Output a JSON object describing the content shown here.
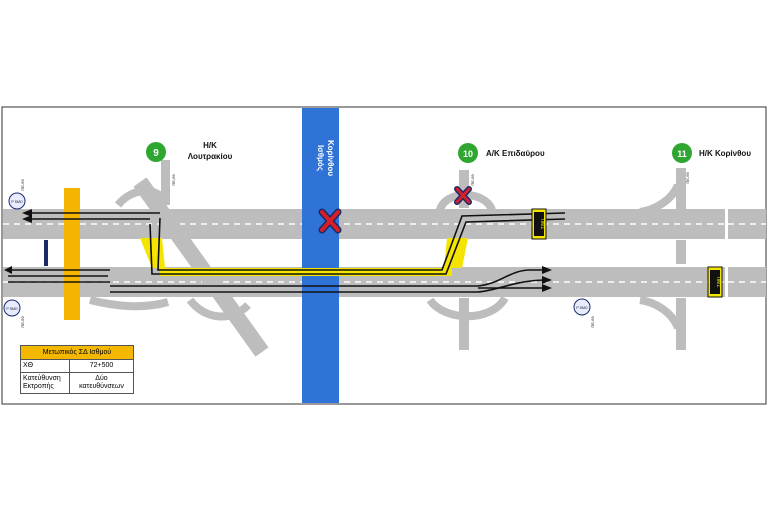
{
  "colors": {
    "road": "#bdbdbd",
    "lane_mark": "#ffffff",
    "canal": "#2f73d6",
    "yellow": "#f5e400",
    "orange_barrier": "#f5b400",
    "exit_badge": "#2fa62f",
    "closure_x": "#d61f26",
    "closure_x_outline": "#1a2a6c"
  },
  "canal": {
    "label_line1": "Ισθμός",
    "label_line2": "Κορίνθου"
  },
  "interchanges": [
    {
      "number": "9",
      "name_line1": "Η/Κ",
      "name_line2": "Λουτρακίου"
    },
    {
      "number": "10",
      "name_line1": "Α/Κ Επιδαύρου",
      "name_line2": ""
    },
    {
      "number": "11",
      "name_line1": "Η/Κ Κορίνθου",
      "name_line2": ""
    }
  ],
  "sign_texts": {
    "left_upper_post": "ΠΕ-69",
    "left_lower_post": "ΠΕ-69",
    "ramp9_post": "ΠΕ-69",
    "ramp10_post": "ΠΕ-69",
    "ramp11_post": "ΠΕ-69",
    "right_lower_post": "ΠΕ-69",
    "pmv_upper": "ΠΜΣ",
    "pmv_lower": "ΠΜΣ",
    "circle_sign": "P SMO"
  },
  "legend": {
    "title": "Μετωπικός ΣΔ Ισθμού",
    "rows": [
      {
        "key": "ΧΘ",
        "value": "72+500"
      },
      {
        "key": "Κατεύθυνση Εκτροπής",
        "value": "Δύο κατευθύνσεων"
      }
    ]
  }
}
